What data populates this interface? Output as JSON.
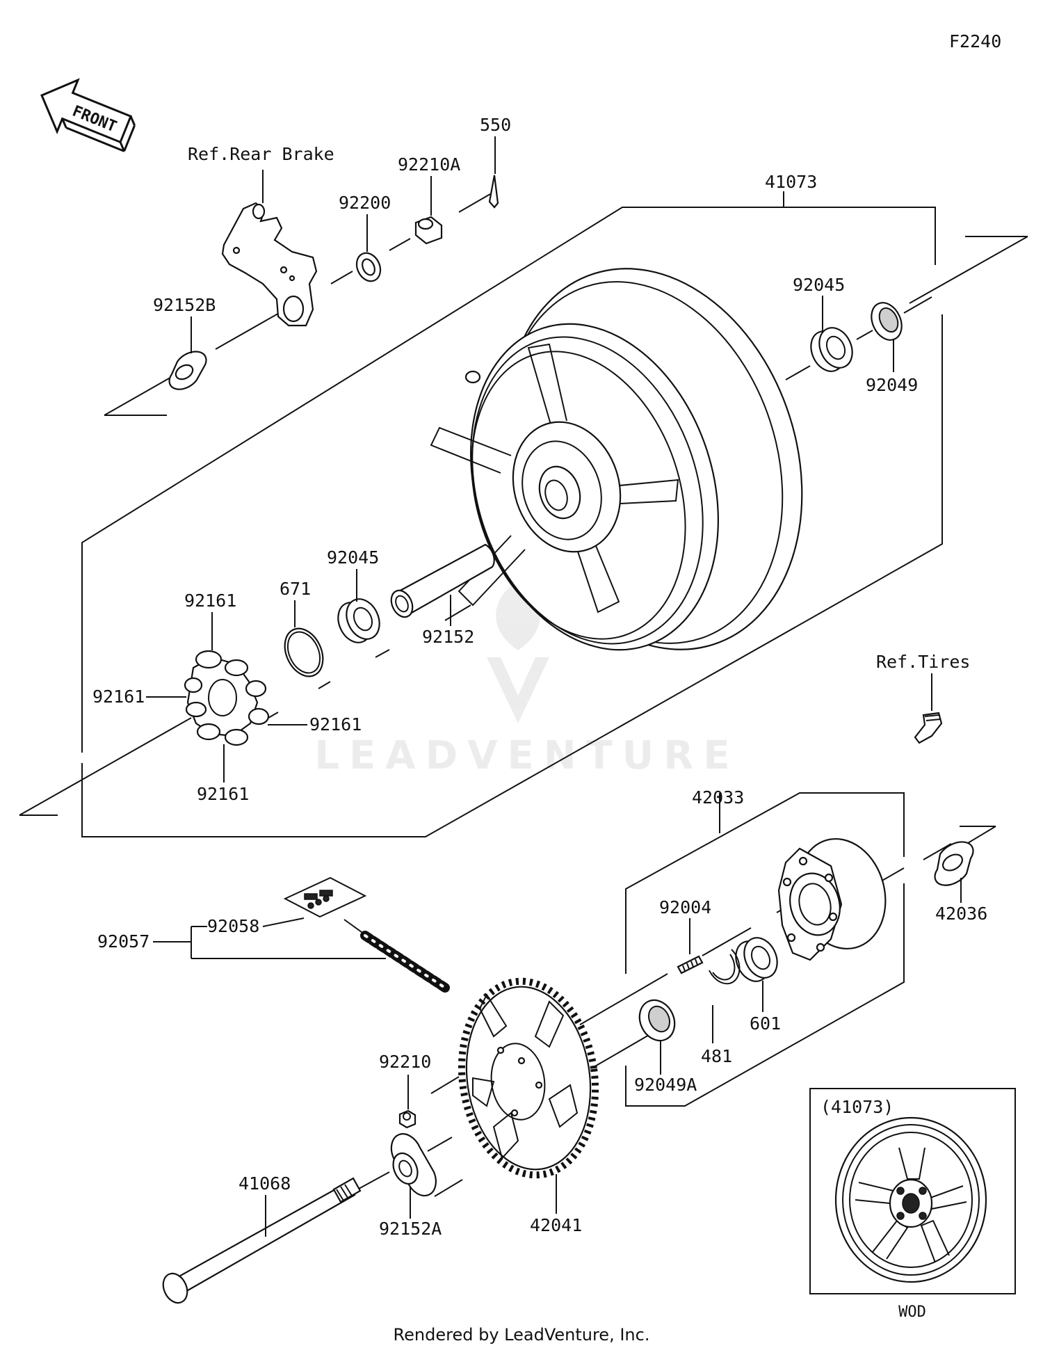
{
  "diagram_code": "F2240",
  "front_arrow_label": "FRONT",
  "footer": "Rendered by LeadVenture, Inc.",
  "watermark": "LEADVENTURE",
  "references": {
    "rear_brake": "Ref.Rear Brake",
    "tires": "Ref.Tires"
  },
  "parts": {
    "p550": "550",
    "p92210A": "92210A",
    "p92200": "92200",
    "p41073": "41073",
    "p92152B": "92152B",
    "p92045_top": "92045",
    "p92049": "92049",
    "p92045_mid": "92045",
    "p671": "671",
    "p92152": "92152",
    "p92161_a": "92161",
    "p92161_b": "92161",
    "p92161_c": "92161",
    "p92161_d": "92161",
    "p42033": "42033",
    "p42036": "42036",
    "p92004": "92004",
    "p92058": "92058",
    "p92057": "92057",
    "p601": "601",
    "p481": "481",
    "p92049A": "92049A",
    "p92210": "92210",
    "p41068": "41068",
    "p92152A": "92152A",
    "p42041": "42041"
  },
  "inset": {
    "label": "(41073)",
    "caption": "WOD"
  }
}
